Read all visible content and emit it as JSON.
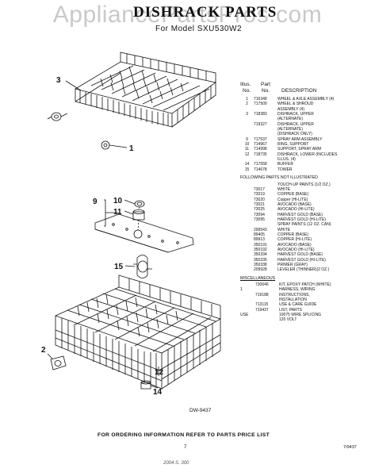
{
  "watermark": "AppliancePartsPros.com",
  "header": {
    "title": "DISHRACK PARTS",
    "subtitle": "For Model SXU530W2"
  },
  "callouts": [
    "3",
    "1",
    "9",
    "10",
    "11",
    "15",
    "2",
    "12",
    "14"
  ],
  "drawing_number": "DW-9437",
  "parts_table": {
    "col_illus_top": "Illus.",
    "col_illus_bottom": "No.",
    "col_part_top": "Part",
    "col_part_bottom": "No.",
    "col_description": "DESCRIPTION",
    "rows": [
      {
        "illus": "1",
        "part": "716348",
        "desc": "WHEEL & AXLE ASSEMBLY (4)"
      },
      {
        "illus": "2",
        "part": "717509",
        "desc": "WHEEL & SHROUD"
      },
      {
        "illus": "",
        "part": "",
        "desc": "ASSEMBLY (4)"
      },
      {
        "illus": "3",
        "part": "718383",
        "desc": "DISHRACK, UPPER"
      },
      {
        "illus": "",
        "part": "",
        "desc": "(ALTERNATE)"
      },
      {
        "illus": "",
        "part": "719327",
        "desc": "DISHRACK, UPPER"
      },
      {
        "illus": "",
        "part": "",
        "desc": "(ALTERNATE)"
      },
      {
        "illus": "",
        "part": "",
        "desc": "(DISHRACK ONLY)"
      },
      {
        "illus": "9",
        "part": "717537",
        "desc": "SPRAY ARM ASSEMBLY"
      },
      {
        "illus": "10",
        "part": "714967",
        "desc": "RING, SUPPORT"
      },
      {
        "illus": "11",
        "part": "714998",
        "desc": "SUPPORT, SPRAY ARM"
      },
      {
        "illus": "12",
        "part": "718735",
        "desc": "DISHRACK, LOWER (INCLUDES"
      },
      {
        "illus": "",
        "part": "",
        "desc": "ILLUS. (4)"
      },
      {
        "illus": "14",
        "part": "717558",
        "desc": "BUFFER"
      },
      {
        "illus": "15",
        "part": "714678",
        "desc": "TOWER"
      }
    ]
  },
  "not_illustrated": {
    "heading": "FOLLOWING PARTS NOT ILLUSTRATED",
    "rows": [
      {
        "part": "",
        "desc": "TOUCH-UP PAINTS (1/2 OZ.)"
      },
      {
        "part": "73017",
        "desc": "WHITE"
      },
      {
        "part": "73019",
        "desc": "COPPER (BASE)"
      },
      {
        "part": "73020",
        "desc": "Copper (HI-LITE)"
      },
      {
        "part": "73021",
        "desc": "AVOCADO (BASE)"
      },
      {
        "part": "73025",
        "desc": "AVOCADO (HI-LITE)"
      },
      {
        "part": "73094",
        "desc": "HARVEST GOLD (BASE)"
      },
      {
        "part": "73095",
        "desc": "HARVEST GOLD (HI-LITE)"
      },
      {
        "part": "",
        "desc": "SPRAY PAINTS (12 OZ. CAN)"
      },
      {
        "part": "299543",
        "desc": "WHITE"
      },
      {
        "part": "89405",
        "desc": "COPPER (BASE)"
      },
      {
        "part": "89913",
        "desc": "COPPER (HI-LITE)"
      },
      {
        "part": "350191",
        "desc": "AVOCADO (BASE)"
      },
      {
        "part": "350192",
        "desc": "AVOCADO (HI-LITE)"
      },
      {
        "part": "350334",
        "desc": "HARVEST GOLD (BASE)"
      },
      {
        "part": "350335",
        "desc": "HARVEST GOLD (HI-LITE)"
      },
      {
        "part": "350338",
        "desc": "PRIMER (GRAY)"
      },
      {
        "part": "209928",
        "desc": "LEVELER (THINNER)(2 OZ.)"
      }
    ]
  },
  "miscellaneous": {
    "heading": "MISCELLANEOUS",
    "rows": [
      {
        "illus": "",
        "part": "730646",
        "desc": "KIT, EPOXY PATCH (WHITE)"
      },
      {
        "illus": "1",
        "part": "",
        "desc": "HARNESS, WIRING"
      },
      {
        "illus": "",
        "part": "719188",
        "desc": "INSTRUCTIONS,"
      },
      {
        "illus": "",
        "part": "",
        "desc": "INSTALLATION"
      },
      {
        "illus": "",
        "part": "713115",
        "desc": "USE & CARE GUIDE"
      },
      {
        "illus": "",
        "part": "719437",
        "desc": "LIST, PARTS"
      },
      {
        "illus": "",
        "part": "",
        "desc": ""
      },
      {
        "illus": "USE",
        "part": "",
        "desc": "10075 WIRE SPLICING"
      },
      {
        "illus": "",
        "part": "",
        "desc": "120 VOLT"
      }
    ]
  },
  "footer": {
    "ordering": "FOR ORDERING INFORMATION REFER TO PARTS PRICE LIST",
    "page": "7",
    "pub": "7/9437",
    "bottom_mark": "2004 S. 300"
  }
}
